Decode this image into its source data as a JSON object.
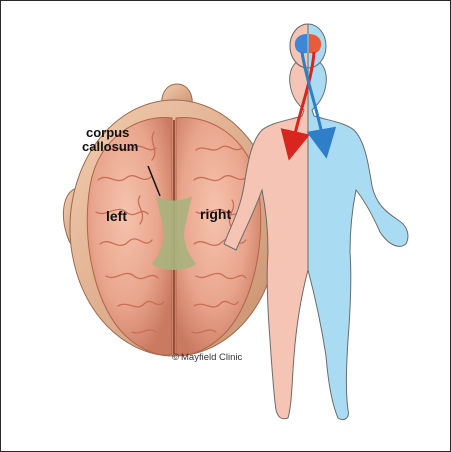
{
  "diagram": {
    "labels": {
      "corpus": "corpus",
      "callosum": "callosum",
      "left": "left",
      "right": "right"
    },
    "credit": {
      "symbol": "©",
      "text": "Mayfield Clinic"
    },
    "colors": {
      "brain": "#e9a58d",
      "brain_sulci": "#c86f56",
      "corpus_callosum": "#a9b27e",
      "skin": "#e8b89a",
      "body_left": "#f6c4b4",
      "body_right": "#a9dcf2",
      "outline": "#6b6b6b",
      "arrow_red": "#d8261e",
      "arrow_blue": "#2f7fc8",
      "brain_left_hemisphere": "#3f86d6",
      "brain_right_hemisphere": "#ea5b3b"
    }
  }
}
